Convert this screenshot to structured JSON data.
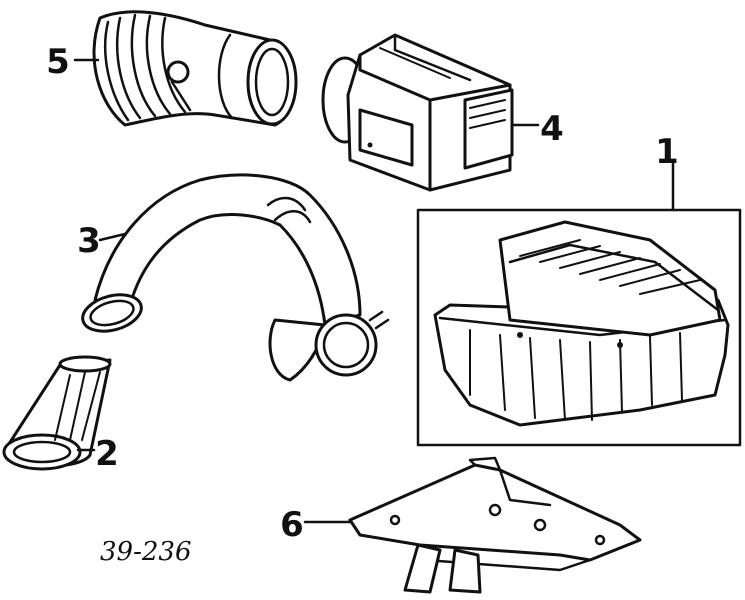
{
  "figure_code": "39-236",
  "callouts": [
    {
      "id": "1",
      "text": "1"
    },
    {
      "id": "2",
      "text": "2"
    },
    {
      "id": "3",
      "text": "3"
    },
    {
      "id": "4",
      "text": "4"
    },
    {
      "id": "5",
      "text": "5"
    },
    {
      "id": "6",
      "text": "6"
    }
  ]
}
